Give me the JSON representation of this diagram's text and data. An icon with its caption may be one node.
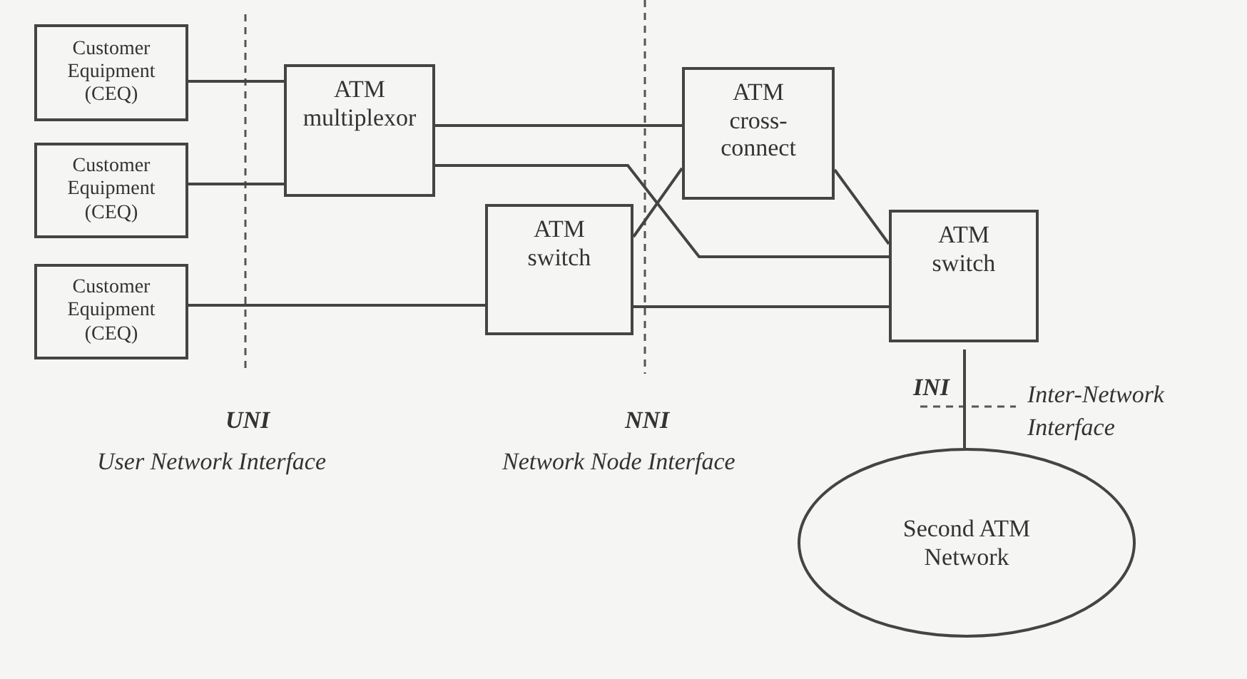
{
  "diagram": {
    "nodes": [
      {
        "text": [
          "Customer Equipment (CEQ)"
        ]
      },
      {
        "text": [
          "Customer Equipment (CEQ)"
        ]
      },
      {
        "text": [
          "Customer Equipment (CEQ)"
        ]
      },
      {
        "text": [
          "ATM multiplexor"
        ]
      },
      {
        "text": [
          "ATM switch"
        ]
      },
      {
        "text": [
          "ATM cross-connect"
        ]
      },
      {
        "text": [
          "ATM switch"
        ]
      },
      {
        "text": [
          "Second ATM Network"
        ]
      }
    ],
    "edges": [
      {
        "from": 0,
        "to": 3,
        "arrow": "none"
      },
      {
        "from": 1,
        "to": 3,
        "arrow": "none"
      },
      {
        "from": 2,
        "to": 4,
        "arrow": "none"
      },
      {
        "from": 3,
        "to": 5,
        "arrow": "none"
      },
      {
        "from": 3,
        "to": 6,
        "arrow": "none"
      },
      {
        "from": 4,
        "to": 5,
        "arrow": "none"
      },
      {
        "from": 5,
        "to": 6,
        "arrow": "none"
      },
      {
        "from": 4,
        "to": 6,
        "arrow": "none"
      },
      {
        "from": 6,
        "to": 7,
        "arrow": "none"
      }
    ],
    "labels": [
      "UNI",
      "User Network Interface",
      "NNI",
      "Network Node Interface",
      "INI",
      "Inter-Network Interface"
    ]
  }
}
